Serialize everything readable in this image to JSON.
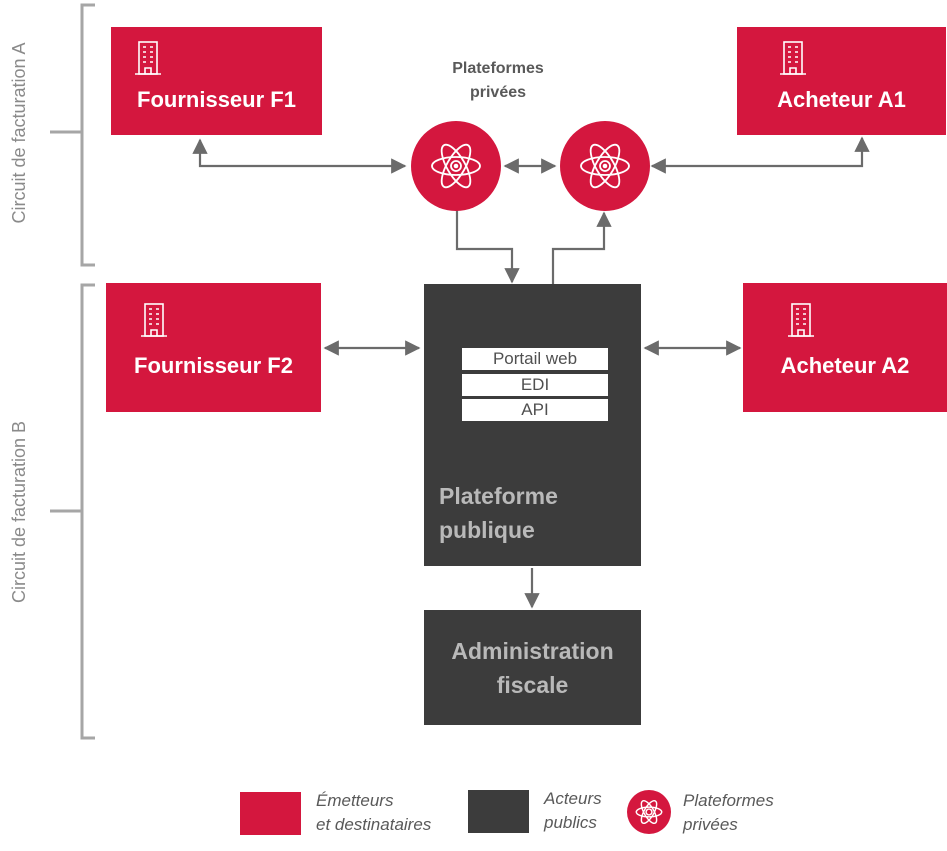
{
  "private_platforms_caption": [
    "Plateformes",
    "privées"
  ],
  "circuits": {
    "a": "Circuit de facturation A",
    "b": "Circuit de facturation B"
  },
  "actors": {
    "supplier_f1": "Fournisseur F1",
    "buyer_a1": "Acheteur A1",
    "supplier_f2": "Fournisseur F2",
    "buyer_a2": "Acheteur A2"
  },
  "public_platform": {
    "channels": [
      "Portail web",
      "EDI",
      "API"
    ],
    "title": [
      "Plateforme",
      "publique"
    ]
  },
  "tax_administration": [
    "Administration",
    "fiscale"
  ],
  "legend": {
    "issuers": [
      "Émetteurs",
      "et destinataires"
    ],
    "public_actors": [
      "Acteurs",
      "publics"
    ],
    "private_platforms": [
      "Plateformes",
      "privées"
    ]
  },
  "colors": {
    "actor_red": "#d4173e",
    "public_dark": "#3c3c3c",
    "connector_gray": "#6b6b6b",
    "bracket_gray": "#a6a6a6"
  },
  "icons": {
    "actor": "building-icon",
    "platform": "atom-icon"
  }
}
